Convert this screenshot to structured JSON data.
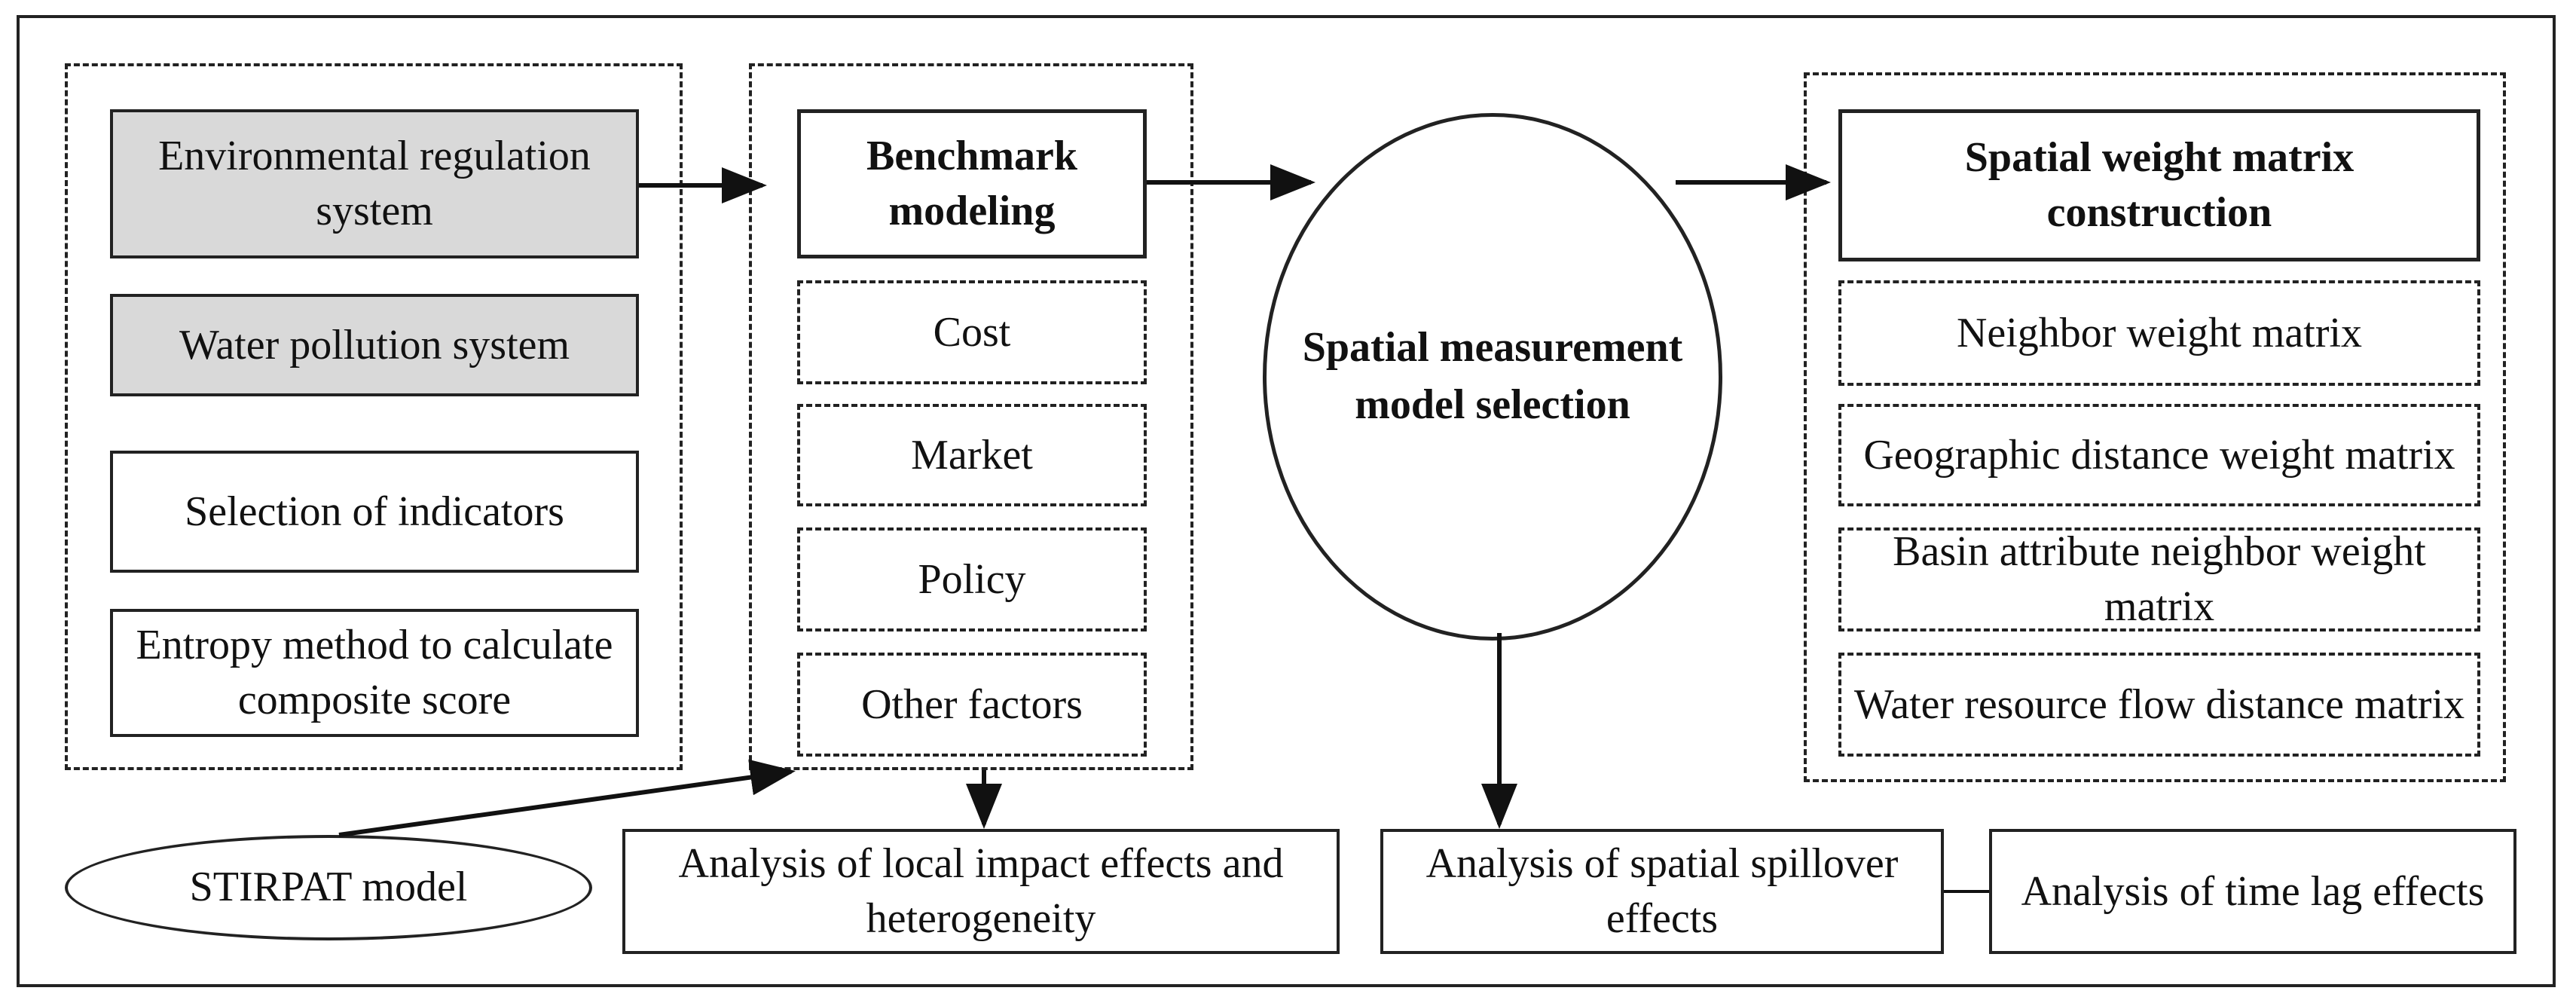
{
  "left_group": {
    "env_regulation": "Environmental regulation system",
    "water_pollution": "Water pollution system",
    "indicators": "Selection of indicators",
    "entropy": "Entropy method to calculate composite score"
  },
  "benchmark": {
    "title": "Benchmark modeling",
    "factors": [
      "Cost",
      "Market",
      "Policy",
      "Other factors"
    ]
  },
  "center": {
    "selection": "Spatial measurement model selection"
  },
  "weights": {
    "title": "Spatial weight matrix construction",
    "items": [
      "Neighbor weight matrix",
      "Geographic distance weight matrix",
      "Basin attribute neighbor weight matrix",
      "Water resource flow distance matrix"
    ]
  },
  "stirpat": "STIRPAT model",
  "analysis": {
    "local": "Analysis of local impact effects and heterogeneity",
    "spillover": "Analysis of spatial spillover effects",
    "time_lag": "Analysis of time lag effects"
  }
}
